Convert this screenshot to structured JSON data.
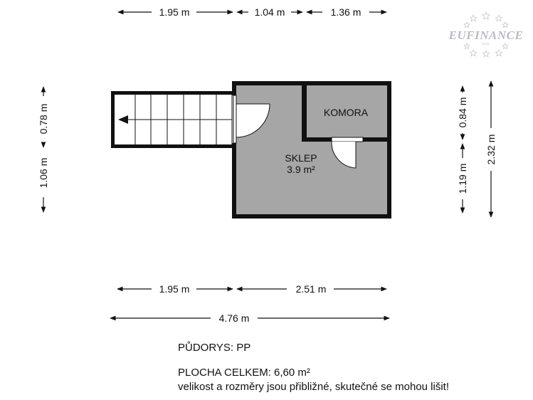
{
  "brand": {
    "name": "EUFINANCE",
    "sub": "s.r.o."
  },
  "dimensions": {
    "top": [
      "1.95 m",
      "1.04 m",
      "1.36 m"
    ],
    "left_outer": "1.06 m",
    "left_inner": "0.78 m",
    "right_upper": "0.84 m",
    "right_lower": "1.19 m",
    "right_total": "2.32 m",
    "bottom": [
      "1.95 m",
      "2.51 m"
    ],
    "bottom_total": "4.76 m"
  },
  "rooms": {
    "sklep": {
      "name": "SKLEP",
      "area": "3.9 m²"
    },
    "komora": {
      "name": "KOMORA"
    }
  },
  "footer": {
    "title": "PŮDORYS: PP",
    "total": "PLOCHA CELKEM: 6,60  m²",
    "note": "velikost a rozměry jsou přibližné, skutečné se mohou lišit!"
  },
  "colors": {
    "floor": "#a6a6a6",
    "wall": "#111111",
    "stairs": "#ffffff",
    "dim": "#111111",
    "logo": "#b9bcc3"
  }
}
